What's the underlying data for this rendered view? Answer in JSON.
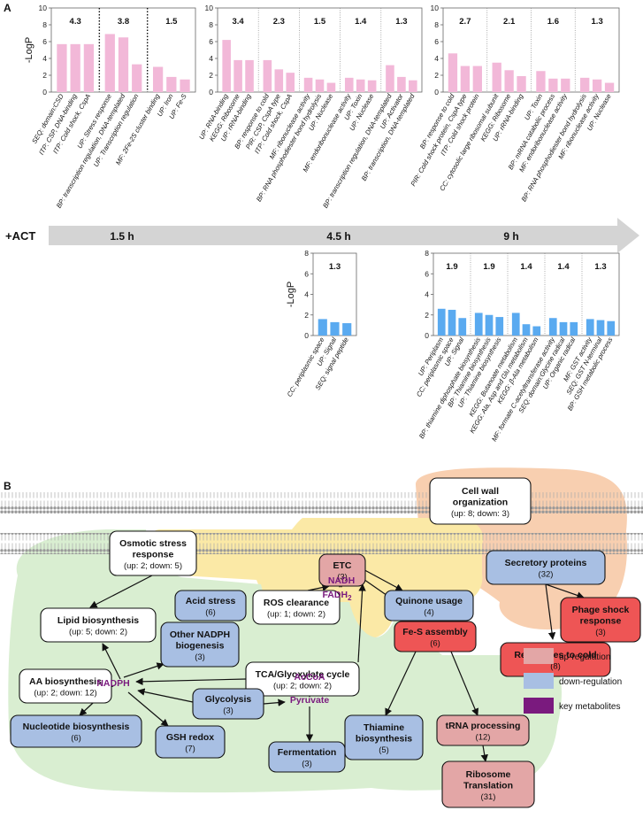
{
  "panel_labels": {
    "a": "A",
    "b": "B"
  },
  "timeline": {
    "start": "+ACT",
    "times": [
      "1.5 h",
      "4.5 h",
      "9 h"
    ]
  },
  "y_label": "-LogP",
  "colors": {
    "up": "#f2b8d8",
    "down": "#5aaaf0",
    "up_box": "#e3a6a6",
    "down_box": "#a8bfe3",
    "strong_up_box": "#ee5555",
    "metabolite": "#7a1a7e",
    "yellow_zone": "#fbe9a6",
    "green_zone": "#d9eed1",
    "orange_zone": "#f8cfb0"
  },
  "chart_data": [
    {
      "type": "bar",
      "id": "up-1.5h",
      "ylabel": "-LogP",
      "ylim": [
        0,
        10
      ],
      "yticks": [
        0,
        2,
        4,
        6,
        8,
        10
      ],
      "color": "#f2b8d8",
      "separator": "dotted-bold",
      "groups": [
        {
          "enrichment": "4.3",
          "bars": [
            {
              "label": "SEQ: domain:CSD",
              "value": 5.7
            },
            {
              "label": "ITP: CSP, DNA-binding",
              "value": 5.7
            },
            {
              "label": "ITP: Cold shock, CspA",
              "value": 5.7
            }
          ]
        },
        {
          "enrichment": "3.8",
          "bars": [
            {
              "label": "UP: Stress response",
              "value": 6.9
            },
            {
              "label": "BP: transcription regulation, DNA-templated",
              "value": 6.5
            },
            {
              "label": "UP: Transcription regulation",
              "value": 3.3
            }
          ]
        },
        {
          "enrichment": "1.5",
          "bars": [
            {
              "label": "MF: 2Fe-2S cluster binding",
              "value": 3.0
            },
            {
              "label": "UP: Iron",
              "value": 1.8
            },
            {
              "label": "UP: Fe-S",
              "value": 1.5
            }
          ]
        }
      ]
    },
    {
      "type": "bar",
      "id": "up-4.5h",
      "ylim": [
        0,
        10
      ],
      "yticks": [
        0,
        2,
        4,
        6,
        8,
        10
      ],
      "color": "#f2b8d8",
      "separator": "dotted",
      "groups": [
        {
          "enrichment": "3.4",
          "bars": [
            {
              "label": "UP: RNA-binding",
              "value": 6.2
            },
            {
              "label": "KEGG: Ribosome",
              "value": 3.8
            },
            {
              "label": "UP: rRNA-binding",
              "value": 3.8
            }
          ]
        },
        {
          "enrichment": "2.3",
          "bars": [
            {
              "label": "BP: response to cold",
              "value": 3.8
            },
            {
              "label": "PIR: CSP, CspA type",
              "value": 2.7
            },
            {
              "label": "ITP: Cold shock, CspA",
              "value": 2.3
            }
          ]
        },
        {
          "enrichment": "1.5",
          "bars": [
            {
              "label": "MF: ribonuclease activity",
              "value": 1.7
            },
            {
              "label": "BP: RNA phosphodiester bond hydrolysis",
              "value": 1.5
            },
            {
              "label": "UP: Nuclease",
              "value": 1.1
            }
          ]
        },
        {
          "enrichment": "1.4",
          "bars": [
            {
              "label": "MF: endoribonuclease activity",
              "value": 1.7
            },
            {
              "label": "UP: Toxin",
              "value": 1.5
            },
            {
              "label": "UP: Nuclease",
              "value": 1.4
            }
          ]
        },
        {
          "enrichment": "1.3",
          "bars": [
            {
              "label": "BP: transcription regulation, DNA-templated",
              "value": 3.2
            },
            {
              "label": "UP: Activator",
              "value": 1.8
            },
            {
              "label": "BP: transcription, DNA-templated",
              "value": 1.4
            }
          ]
        }
      ]
    },
    {
      "type": "bar",
      "id": "up-9h",
      "ylim": [
        0,
        10
      ],
      "yticks": [
        0,
        2,
        4,
        6,
        8,
        10
      ],
      "color": "#f2b8d8",
      "separator": "dotted",
      "groups": [
        {
          "enrichment": "2.7",
          "bars": [
            {
              "label": "BP: response to cold",
              "value": 4.6
            },
            {
              "label": "PIR: Cold shock protein, CspA type",
              "value": 3.1
            },
            {
              "label": "ITP: Cold shock protein",
              "value": 3.1
            }
          ]
        },
        {
          "enrichment": "2.1",
          "bars": [
            {
              "label": "CC: cytosolic large ribosomal subunit",
              "value": 3.5
            },
            {
              "label": "KEGG: Ribosome",
              "value": 2.6
            },
            {
              "label": "UP: rRNA-binding",
              "value": 1.9
            }
          ]
        },
        {
          "enrichment": "1.6",
          "bars": [
            {
              "label": "UP: Toxin",
              "value": 2.5
            },
            {
              "label": "BP: mRNA catabolic process",
              "value": 1.6
            },
            {
              "label": "MF: endoribonuclease activity",
              "value": 1.6
            }
          ]
        },
        {
          "enrichment": "1.3",
          "bars": [
            {
              "label": "BP: RNA phosphodiester bond hydrolysis",
              "value": 1.7
            },
            {
              "label": "MF: ribonuclease activity",
              "value": 1.5
            },
            {
              "label": "UP: Nuclease",
              "value": 1.1
            }
          ]
        }
      ]
    },
    {
      "type": "bar",
      "id": "down-4.5h",
      "ylabel": "-LogP",
      "ylim": [
        0,
        8
      ],
      "yticks": [
        0,
        2,
        4,
        6,
        8
      ],
      "color": "#5aaaf0",
      "separator": "dotted",
      "groups": [
        {
          "enrichment": "1.3",
          "bars": [
            {
              "label": "CC: periplasmic space",
              "value": 1.6
            },
            {
              "label": "UP: Signal",
              "value": 1.3
            },
            {
              "label": "SEQ: signal peptide",
              "value": 1.2
            }
          ]
        }
      ]
    },
    {
      "type": "bar",
      "id": "down-9h",
      "ylim": [
        0,
        8
      ],
      "yticks": [
        0,
        2,
        4,
        6,
        8
      ],
      "color": "#5aaaf0",
      "separator": "dotted",
      "groups": [
        {
          "enrichment": "1.9",
          "bars": [
            {
              "label": "UP: Periplasm",
              "value": 2.6
            },
            {
              "label": "CC: periplasmic space",
              "value": 2.5
            },
            {
              "label": "UP: Signal",
              "value": 1.7
            }
          ]
        },
        {
          "enrichment": "1.9",
          "bars": [
            {
              "label": "BP: thiamine diphosphate biosynthesis",
              "value": 2.2
            },
            {
              "label": "BP: Thiamine biosynthesis",
              "value": 2.0
            },
            {
              "label": "UP: Thiamine biosynthesis",
              "value": 1.8
            }
          ]
        },
        {
          "enrichment": "1.4",
          "bars": [
            {
              "label": "KEGG: Butanoate metabolism",
              "value": 2.2
            },
            {
              "label": "KEGG: Ala, Asp and Glu metabolism",
              "value": 1.1
            },
            {
              "label": "KEGG: β-Ala metabolism",
              "value": 0.9
            }
          ]
        },
        {
          "enrichment": "1.4",
          "bars": [
            {
              "label": "MF: formate C-acetyltransferase activity",
              "value": 1.7
            },
            {
              "label": "SEQ: domain:Glycine radical",
              "value": 1.3
            },
            {
              "label": "UP: Organic radical",
              "value": 1.3
            }
          ]
        },
        {
          "enrichment": "1.3",
          "bars": [
            {
              "label": "MF: GST activity",
              "value": 1.6
            },
            {
              "label": "SEQ: GST N-terminal",
              "value": 1.5
            },
            {
              "label": "BP: GSH metabolic process",
              "value": 1.4
            }
          ]
        }
      ]
    }
  ],
  "nodes": {
    "cell_wall": {
      "l1": "Cell wall",
      "l2": "organization",
      "count": "(up: 8; down: 3)"
    },
    "secretory": {
      "l1": "Secretory proteins",
      "count": "(32)"
    },
    "osmotic": {
      "l1": "Osmotic stress",
      "l2": "response",
      "count": "(up: 2; down: 5)"
    },
    "etc": {
      "l1": "ETC",
      "count": "(3)"
    },
    "acid": {
      "l1": "Acid stress",
      "count": "(6)"
    },
    "ros": {
      "l1": "ROS clearance",
      "count": "(up: 1; down: 2)"
    },
    "quinone": {
      "l1": "Quinone usage",
      "count": "(4)"
    },
    "phage": {
      "l1": "Phage shock",
      "l2": "response",
      "count": "(3)"
    },
    "cold": {
      "l1": "Responses to cold",
      "count": "(8)"
    },
    "lipid": {
      "l1": "Lipid biosynthesis",
      "count": "(up: 5; down: 2)"
    },
    "nadph_bio": {
      "l1": "Other NADPH",
      "l2": "biogenesis",
      "count": "(3)"
    },
    "fes": {
      "l1": "Fe-S assembly",
      "count": "(6)"
    },
    "tca": {
      "l1": "TCA/Glyoxylate cycle",
      "count": "(up: 2; down: 2)"
    },
    "aa": {
      "l1": "AA biosynthesis",
      "count": "(up: 2; down: 12)"
    },
    "glycolysis": {
      "l1": "Glycolysis",
      "count": "(3)"
    },
    "nucleotide": {
      "l1": "Nucleotide biosynthesis",
      "count": "(6)"
    },
    "gsh": {
      "l1": "GSH redox",
      "count": "(7)"
    },
    "thiamine": {
      "l1": "Thiamine",
      "l2": "biosynthesis",
      "count": "(5)"
    },
    "trna": {
      "l1": "tRNA processing",
      "count": "(12)"
    },
    "fermentation": {
      "l1": "Fermentation",
      "count": "(3)"
    },
    "ribosome": {
      "l1": "Ribosome",
      "l2": "Translation",
      "count": "(31)"
    }
  },
  "metabolites": {
    "nadh": "NADH",
    "fadh": "FADH",
    "fadh_sub": "2",
    "nadph": "NADPH",
    "accoa": "AcCoA",
    "pyruvate": "Pyruvate"
  },
  "legend": {
    "up": "up-regulation",
    "down": "down-regulation",
    "key": "key metabolites"
  }
}
